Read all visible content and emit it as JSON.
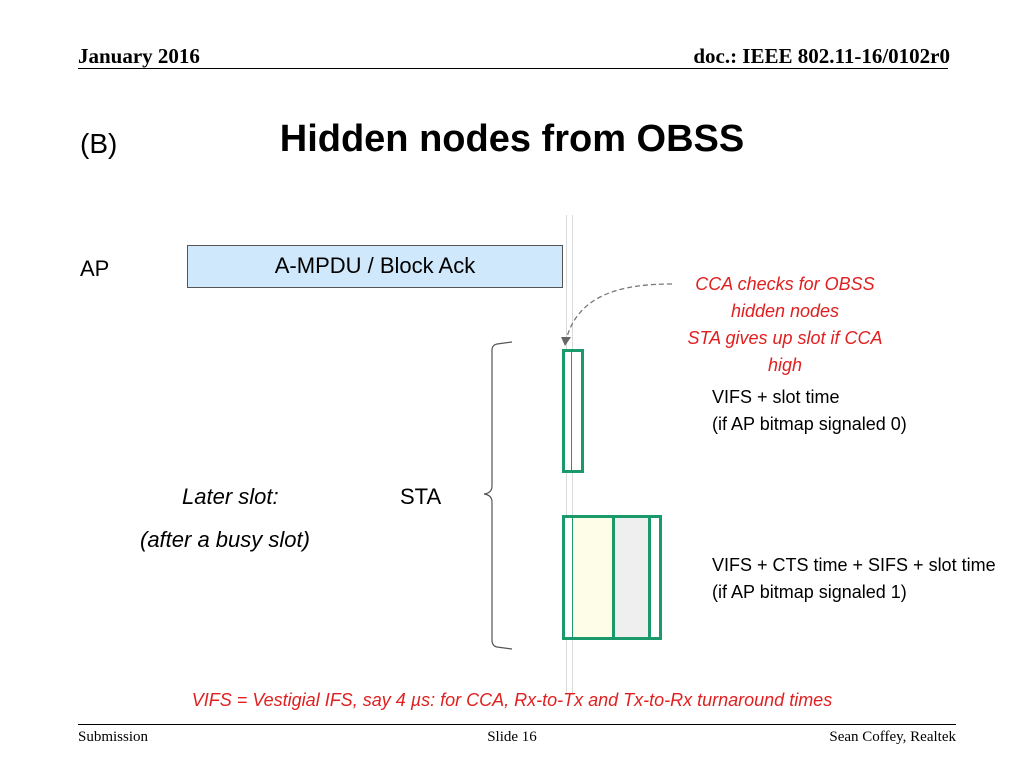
{
  "header": {
    "date": "January 2016",
    "doc_id": "doc.: IEEE 802.11-16/0102r0"
  },
  "slide": {
    "label": "(B)",
    "title": "Hidden nodes from OBSS"
  },
  "diagram": {
    "ap_label": "AP",
    "ampdu_label": "A-MPDU / Block Ack",
    "cca_note": [
      "CCA checks for OBSS",
      "hidden nodes",
      "STA gives up slot if CCA",
      "high"
    ],
    "note_slot0": [
      "VIFS + slot time",
      "(if AP bitmap signaled 0)"
    ],
    "note_slot1": [
      "VIFS + CTS time + SIFS + slot time",
      "(if AP bitmap signaled 1)"
    ],
    "later_slot": "Later slot:",
    "after_busy": "(after a busy slot)",
    "sta_label": "STA",
    "colors": {
      "ampdu_fill": "#cfe8fb",
      "slot_border": "#1a9a6a",
      "note_red": "#e02020",
      "cts_fill": "#fdfde8",
      "sifs_fill": "#efefef"
    }
  },
  "footnote": "VIFS = Vestigial IFS, say 4 µs: for CCA, Rx-to-Tx and Tx-to-Rx turnaround times",
  "footer": {
    "left": "Submission",
    "center": "Slide 16",
    "right": "Sean Coffey, Realtek"
  }
}
